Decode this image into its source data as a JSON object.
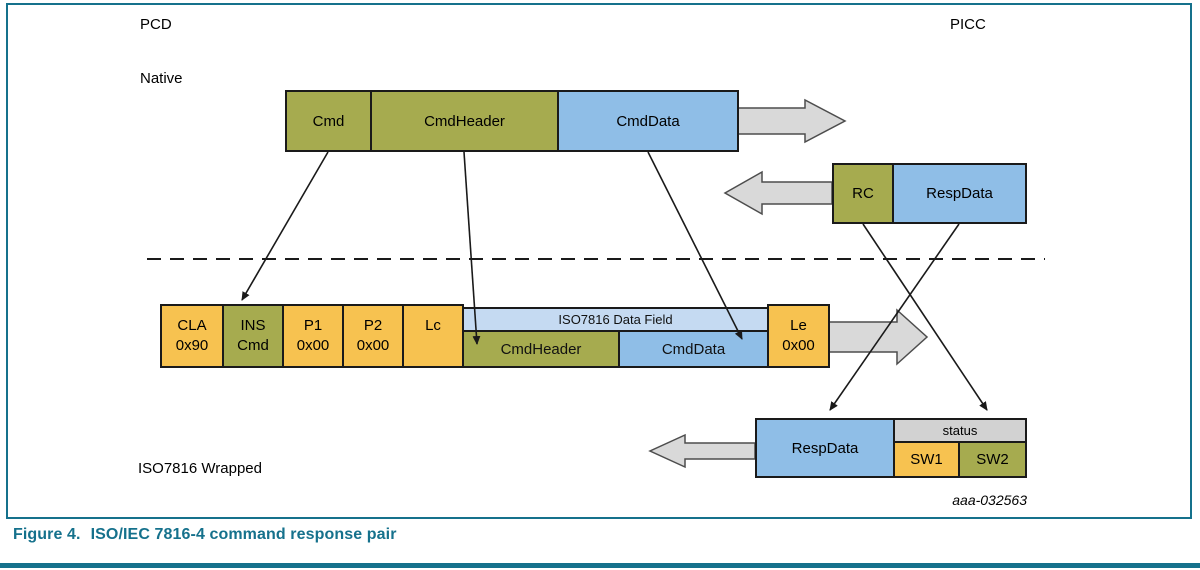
{
  "labels": {
    "pcd": "PCD",
    "picc": "PICC",
    "native": "Native",
    "wrapped": "ISO7816 Wrapped",
    "artwork_id": "aaa-032563"
  },
  "native_command": {
    "cmd": "Cmd",
    "cmd_header": "CmdHeader",
    "cmd_data": "CmdData"
  },
  "native_response": {
    "rc": "RC",
    "resp_data": "RespData"
  },
  "wrapped_command": {
    "cla": {
      "name": "CLA",
      "value": "0x90"
    },
    "ins": {
      "name": "INS",
      "value": "Cmd"
    },
    "p1": {
      "name": "P1",
      "value": "0x00"
    },
    "p2": {
      "name": "P2",
      "value": "0x00"
    },
    "lc": {
      "name": "Lc",
      "value": ""
    },
    "data_field_title": "ISO7816 Data Field",
    "cmd_header": "CmdHeader",
    "cmd_data": "CmdData",
    "le": {
      "name": "Le",
      "value": "0x00"
    }
  },
  "wrapped_response": {
    "resp_data": "RespData",
    "status_label": "status",
    "sw1": "SW1",
    "sw2": "SW2"
  },
  "caption": {
    "figure_label": "Figure 4.",
    "title": "ISO/IEC 7816-4 command response pair"
  },
  "colors": {
    "olive": "#A6AB4F",
    "orange": "#F7C250",
    "blue": "#8FBEE7",
    "light_blue": "#C5DAF2",
    "arrow_gray": "#D9D9D9",
    "status_gray": "#D2D2D2",
    "teal_accent": "#15718C",
    "box_border": "#1A1A1A"
  }
}
